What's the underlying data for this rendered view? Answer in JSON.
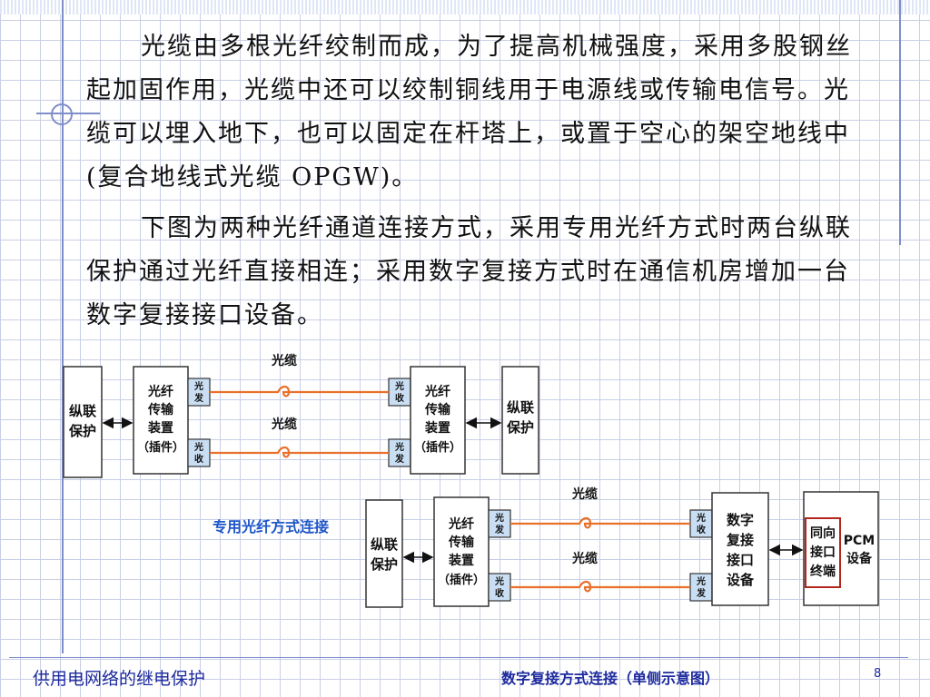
{
  "paragraphs": {
    "p1": "光缆由多根光纤绞制而成，为了提高机械强度，采用多股钢丝起加固作用，光缆中还可以绞制铜线用于电源线或传输电信号。光缆可以埋入地下，也可以固定在杆塔上，或置于空心的架空地线中(复合地线式光缆 OPGW)。",
    "p2": "下图为两种光纤通道连接方式，采用专用光纤方式时两台纵联保护通过光纤直接相连；采用数字复接方式时在通信机房增加一台数字复接接口设备。"
  },
  "diagram1": {
    "prot_left": [
      "纵联",
      "保护"
    ],
    "prot_right": [
      "纵联",
      "保护"
    ],
    "trans_left": [
      "光纤",
      "传输",
      "装置",
      "（插件）"
    ],
    "trans_right": [
      "光纤",
      "传输",
      "装置",
      "（插件）"
    ],
    "tx_top_left": [
      "光",
      "发"
    ],
    "rx_bottom_left": [
      "光",
      "收"
    ],
    "rx_top_right": [
      "光",
      "收"
    ],
    "tx_bottom_right": [
      "光",
      "发"
    ],
    "cable_top": "光缆",
    "cable_bottom": "光缆",
    "caption": "专用光纤方式连接"
  },
  "diagram2": {
    "prot": [
      "纵联",
      "保护"
    ],
    "trans": [
      "光纤",
      "传输",
      "装置",
      "（插件）"
    ],
    "tx_top": [
      "光",
      "发"
    ],
    "rx_bottom": [
      "光",
      "收"
    ],
    "rx_top_right": [
      "光",
      "收"
    ],
    "tx_bottom_right": [
      "光",
      "发"
    ],
    "mux": [
      "数字",
      "复接",
      "接口",
      "设备"
    ],
    "sync": [
      "同向",
      "接口",
      "终端"
    ],
    "pcm": [
      "PCM",
      "设备"
    ],
    "cable_top": "光缆",
    "cable_bottom": "光缆",
    "caption": "数字复接方式连接（单侧示意图）"
  },
  "footer": {
    "text": "供用电网络的继电保护",
    "page": "8"
  },
  "colors": {
    "cable": "#e8702a",
    "small_box": "#c9def3",
    "caption_blue": "#1f56c9",
    "caption_navy": "#1d2a9e",
    "sync_border": "#b5261e"
  }
}
